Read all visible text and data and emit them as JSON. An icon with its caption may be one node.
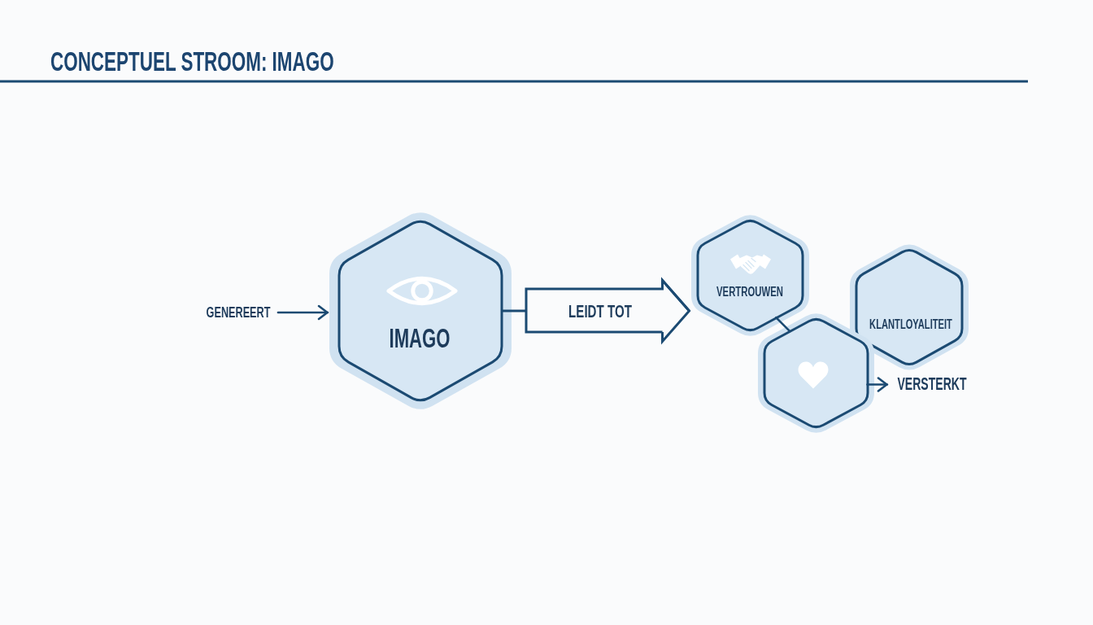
{
  "diagram": {
    "title": "CONCEPTUEL STROOM: IMAGO",
    "nodes": [
      {
        "text": [
          "GENEREERT"
        ]
      },
      {
        "text": [
          "IMAGO"
        ]
      },
      {
        "text": [
          "VERTROUWEN"
        ]
      },
      {
        "text": [
          "KLANTLOYALITEIT"
        ]
      },
      {
        "text": [],
        "shape": "hexagon"
      },
      {
        "text": [
          "VERSTERKT"
        ]
      }
    ],
    "edges": [
      {
        "from": 0,
        "to": 1,
        "arrow": "to"
      },
      {
        "from": 1,
        "to": 2,
        "arrow": "to",
        "label": "LEIDT TOT"
      },
      {
        "from": 2,
        "to": 4,
        "arrow": "none"
      },
      {
        "from": 4,
        "to": 5,
        "arrow": "to"
      }
    ]
  }
}
